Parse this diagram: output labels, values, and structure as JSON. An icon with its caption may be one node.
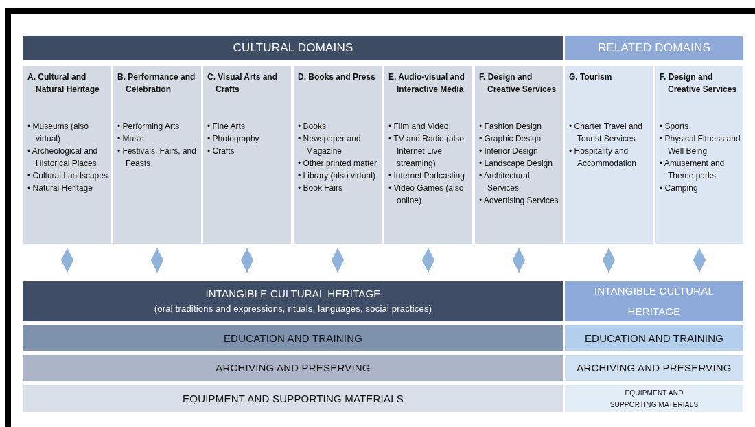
{
  "diagram": {
    "nodes": [
      {
        "text": [
          "CULTURAL DOMAINS"
        ]
      },
      {
        "text": [
          "RELATED DOMAINS"
        ]
      },
      {
        "text": [
          "A. Cultural and Natural Heritage",
          "• Museums (also virtual)",
          "• Archeological and Historical Places",
          "• Cultural Landscapes",
          "• Natural Heritage"
        ]
      },
      {
        "text": [
          "B. Performance and Celebration",
          "• Performing Arts",
          "• Music",
          "• Festivals, Fairs, and Feasts"
        ]
      },
      {
        "text": [
          "C. Visual Arts and Crafts",
          "• Fine Arts",
          "• Photography",
          "• Crafts"
        ]
      },
      {
        "text": [
          "D. Books and Press",
          "• Books",
          "• Newspaper and Magazine",
          "• Other printed matter",
          "• Library (also virtual)",
          "• Book Fairs"
        ]
      },
      {
        "text": [
          "E. Audio-visual and Interactive Media",
          "• Film and Video",
          "• TV and Radio (also Internet Live streaming)",
          "• Internet Podcasting",
          "• Video Games (also online)"
        ]
      },
      {
        "text": [
          "F. Design and Creative Services",
          "• Fashion Design",
          "• Graphic Design",
          "• Interior Design",
          "• Landscape Design",
          "• Architectural Services",
          "• Advertising Services"
        ]
      },
      {
        "text": [
          "G. Tourism",
          "• Charter Travel and Tourist Services",
          "• Hospitality and Accommodation"
        ]
      },
      {
        "text": [
          "F. Design and Creative Services",
          "• Sports",
          "• Physical Fitness and Well Being",
          "• Amusement and Theme parks",
          "• Camping"
        ]
      },
      {
        "text": [
          "INTANGIBLE CULTURAL HERITAGE",
          "(oral traditions and expressions, rituals, languages, social practices)"
        ]
      },
      {
        "text": [
          "INTANGIBLE CULTURAL HERITAGE"
        ]
      },
      {
        "text": [
          "EDUCATION AND TRAINING"
        ]
      },
      {
        "text": [
          "EDUCATION AND TRAINING"
        ]
      },
      {
        "text": [
          "ARCHIVING AND PRESERVING"
        ]
      },
      {
        "text": [
          "ARCHIVING AND PRESERVING"
        ]
      },
      {
        "text": [
          "EQUIPMENT AND SUPPORTING MATERIALS"
        ]
      },
      {
        "text": [
          "EQUIPMENT AND SUPPORTING MATERIALS"
        ]
      }
    ],
    "edges": [
      {
        "from": 2,
        "to": 10,
        "arrow": "both"
      },
      {
        "from": 3,
        "to": 10,
        "arrow": "both"
      },
      {
        "from": 4,
        "to": 10,
        "arrow": "both"
      },
      {
        "from": 5,
        "to": 10,
        "arrow": "both"
      },
      {
        "from": 6,
        "to": 10,
        "arrow": "both"
      },
      {
        "from": 7,
        "to": 10,
        "arrow": "both"
      },
      {
        "from": 8,
        "to": 11,
        "arrow": "both"
      },
      {
        "from": 9,
        "to": 11,
        "arrow": "both"
      }
    ]
  }
}
